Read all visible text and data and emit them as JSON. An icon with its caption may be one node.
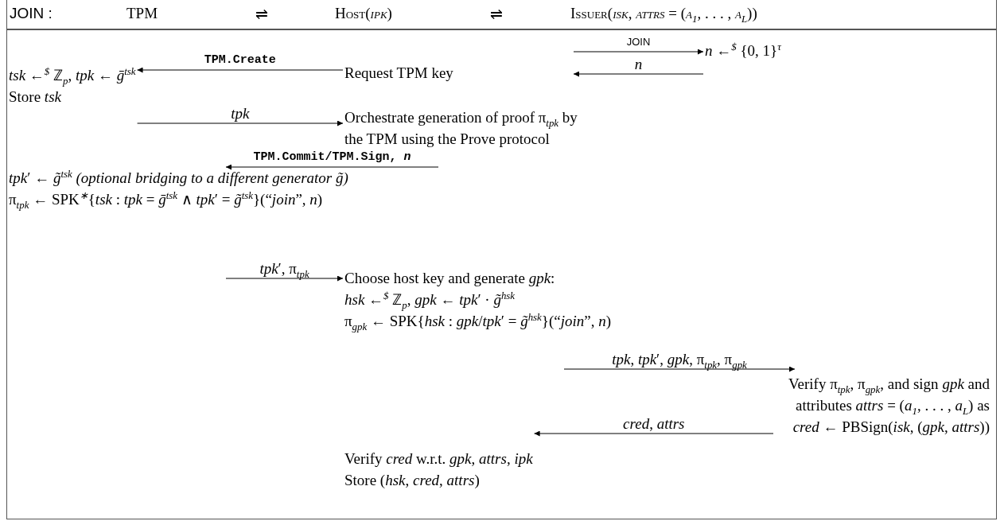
{
  "diagram": {
    "nodes": [
      {
        "text": [
          "JOIN :",
          "TPM",
          "⇌",
          "Host(*ipk*)",
          "⇌",
          "Issuer(*isk*, *attrs* = (*a*$_{1}$, . . . , *a*$_{L}$))"
        ]
      },
      {
        "text": [],
        "shape": "box"
      },
      {
        "text": [
          "Request TPM key"
        ],
        "in": 1
      },
      {
        "text": [
          "*n* ←$^{$}$ {0, 1}$^{τ}$"
        ],
        "in": 1
      },
      {
        "text": [
          "*tsk* ←$^{$}$ ℤ$_{p}$, *tpk* ← *ḡ*$^{tsk}$",
          "Store *tsk*"
        ],
        "in": 1
      },
      {
        "text": [
          "Orchestrate generation of proof π$_{tpk}$ by the TPM using the Prove protocol"
        ],
        "in": 1
      },
      {
        "text": [
          "*tpk*′ ← *g̃*$^{tsk}$ *(optional bridging to a different generator g̃)*",
          "π$_{tpk}$ ← SPK$^{∗}${*tsk* : *tpk* = *ḡ*$^{tsk}$  ∧  *tpk*′ = *g̃*$^{tsk}$}(“*join*”, *n*)"
        ],
        "in": 1
      },
      {
        "text": [
          "Choose host key and generate *gpk*:",
          "*hsk* ←$^{$}$ ℤ$_{p}$, *gpk* ← *tpk*′ · *g̃*$^{hsk}$",
          "π$_{gpk}$ ← SPK{*hsk* : *gpk*/*tpk*′ = *g̃*$^{hsk}$}(“*join*”, *n*)"
        ],
        "in": 1
      },
      {
        "text": [
          "Verify π$_{tpk}$, π$_{gpk}$, and sign *gpk* and attributes *attrs* = (*a*$_{1}$, . . . , *a*$_{L}$) as *cred* ← PBSign(*isk*, (*gpk*, *attrs*))"
        ],
        "in": 1
      },
      {
        "text": [
          "Verify *cred* w.r.t. *gpk*, *attrs*, *ipk*",
          "Store (*hsk*, *cred*, *attrs*)"
        ],
        "in": 1
      }
    ],
    "edges": [
      {
        "from": null,
        "to": 3,
        "arrow": "to",
        "label": "JOIN"
      },
      {
        "from": 3,
        "to": null,
        "arrow": "to",
        "label": "*n*"
      },
      {
        "from": 2,
        "to": 4,
        "arrow": "to",
        "label": "TPM.Create"
      },
      {
        "from": 4,
        "to": 5,
        "arrow": "to",
        "label": "*tpk*"
      },
      {
        "from": 5,
        "to": 6,
        "arrow": "to",
        "label": "TPM.Commit/TPM.Sign, *n*"
      },
      {
        "from": null,
        "to": 7,
        "arrow": "to",
        "label": "*tpk*′, π$_{tpk}$"
      },
      {
        "from": 7,
        "to": 8,
        "arrow": "to",
        "label": "*tpk*, *tpk*′, *gpk*, π$_{tpk}$, π$_{gpk}$"
      },
      {
        "from": 8,
        "to": 9,
        "arrow": "to",
        "label": "*cred*, *attrs*"
      }
    ]
  }
}
